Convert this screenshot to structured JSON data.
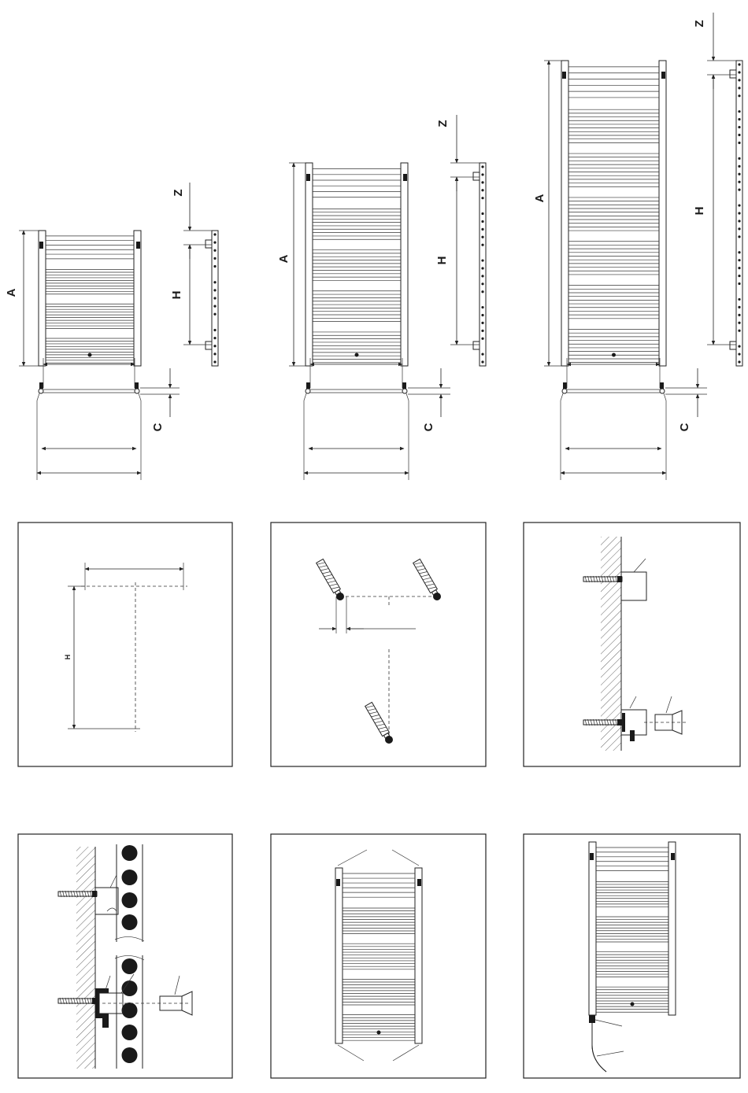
{
  "labels": {
    "A": "A",
    "Z": "Z",
    "H": "H",
    "C": "C"
  },
  "panels": [
    {
      "id": "step-1",
      "h_label": "H"
    },
    {
      "id": "step-2"
    },
    {
      "id": "step-3"
    },
    {
      "id": "step-4"
    },
    {
      "id": "step-5"
    },
    {
      "id": "step-6"
    }
  ],
  "colors": {
    "line": "#222222",
    "hatch": "#555555",
    "fill": "#1a1a1a"
  }
}
